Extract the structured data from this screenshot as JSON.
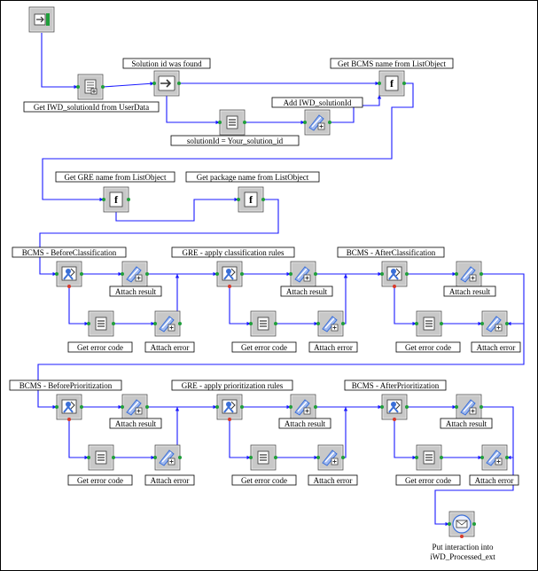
{
  "diagram": {
    "nodes": [
      {
        "id": "start",
        "icon": "start",
        "label": ""
      },
      {
        "id": "get_iwd",
        "icon": "doc",
        "label": "Get IWD_solutionId from UserData"
      },
      {
        "id": "sol_found",
        "icon": "branch",
        "label": "Solution id was found"
      },
      {
        "id": "sol_assign",
        "icon": "list",
        "label": "solutionId = Your_solution_id"
      },
      {
        "id": "add_iwd",
        "icon": "attach",
        "label": "Add IWD_solutionId"
      },
      {
        "id": "get_bcms",
        "icon": "func",
        "label": "Get BCMS name from ListObject"
      },
      {
        "id": "get_gre",
        "icon": "func",
        "label": "Get GRE name from ListObject"
      },
      {
        "id": "get_pkg",
        "icon": "func",
        "label": "Get package name from ListObject"
      },
      {
        "id": "r1_s1",
        "icon": "service",
        "label": "BCMS - BeforeClassification"
      },
      {
        "id": "r1_a1",
        "icon": "attach",
        "label": "Attach result"
      },
      {
        "id": "r1_e1",
        "icon": "list",
        "label": "Get error code"
      },
      {
        "id": "r1_x1",
        "icon": "attach",
        "label": "Attach error"
      },
      {
        "id": "r1_s2",
        "icon": "service",
        "label": "GRE - apply classification rules"
      },
      {
        "id": "r1_a2",
        "icon": "attach",
        "label": "Attach result"
      },
      {
        "id": "r1_e2",
        "icon": "list",
        "label": "Get error code"
      },
      {
        "id": "r1_x2",
        "icon": "attach",
        "label": "Attach error"
      },
      {
        "id": "r1_s3",
        "icon": "service",
        "label": "BCMS - AfterClassification"
      },
      {
        "id": "r1_a3",
        "icon": "attach",
        "label": "Attach result"
      },
      {
        "id": "r1_e3",
        "icon": "list",
        "label": "Get error code"
      },
      {
        "id": "r1_x3",
        "icon": "attach",
        "label": "Attach error"
      },
      {
        "id": "r2_s1",
        "icon": "service",
        "label": "BCMS - BeforePrioritization"
      },
      {
        "id": "r2_a1",
        "icon": "attach",
        "label": "Attach result"
      },
      {
        "id": "r2_e1",
        "icon": "list",
        "label": "Get error code"
      },
      {
        "id": "r2_x1",
        "icon": "attach",
        "label": "Attach error"
      },
      {
        "id": "r2_s2",
        "icon": "service",
        "label": "GRE - apply prioritization rules"
      },
      {
        "id": "r2_a2",
        "icon": "attach",
        "label": "Attach result"
      },
      {
        "id": "r2_e2",
        "icon": "list",
        "label": "Get error code"
      },
      {
        "id": "r2_x2",
        "icon": "attach",
        "label": "Attach error"
      },
      {
        "id": "r2_s3",
        "icon": "service",
        "label": "BCMS - AfterPrioritization"
      },
      {
        "id": "r2_a3",
        "icon": "attach",
        "label": "Attach result"
      },
      {
        "id": "r2_e3",
        "icon": "list",
        "label": "Get error code"
      },
      {
        "id": "r2_x3",
        "icon": "attach",
        "label": "Attach error"
      },
      {
        "id": "put_queue",
        "icon": "queue",
        "label": "Put interaction into\niWD_Processed_ext"
      }
    ],
    "colors": {
      "connector": "#1a1aff",
      "node_bg": "#c8c8c8",
      "icon_blue": "#3a6fd8",
      "green_port": "#1f9e3a",
      "red_port": "#d8382a"
    }
  }
}
